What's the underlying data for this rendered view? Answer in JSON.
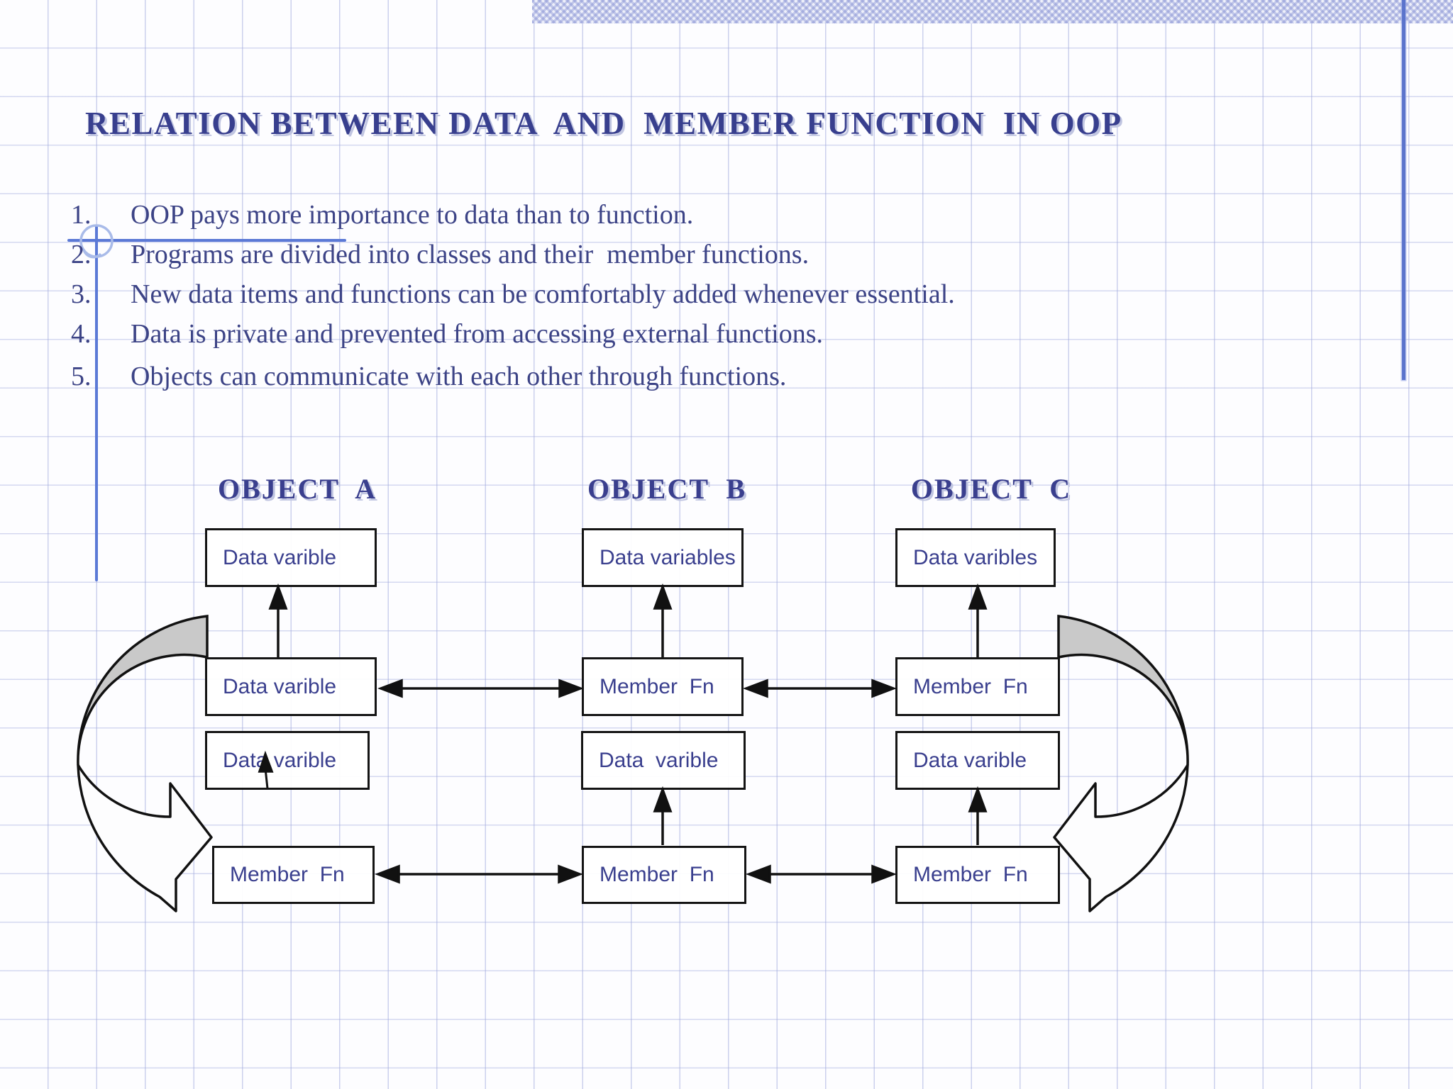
{
  "slide": {
    "title": "RELATION BETWEEN DATA  AND  MEMBER FUNCTION  IN OOP",
    "bullets": [
      {
        "num": "1.",
        "text": "OOP pays more importance to data than to function."
      },
      {
        "num": "2.",
        "text": "Programs are divided into classes and their  member functions."
      },
      {
        "num": "3.",
        "text": "New data items and functions can be comfortably added whenever essential."
      },
      {
        "num": "4.",
        "text": "Data is private and prevented from accessing external functions."
      },
      {
        "num": "5.",
        "text": "Objects can communicate with each other through functions."
      }
    ]
  },
  "diagram": {
    "objects": [
      {
        "heading": "OBJECT  A",
        "top_box": "Data varible",
        "mid_box": "Data varible",
        "lower_box": "Data varible",
        "bottom_box": "Member  Fn"
      },
      {
        "heading": "OBJECT  B",
        "top_box": "Data variables",
        "mid_box": "Member  Fn",
        "lower_box": "Data  varible",
        "bottom_box": "Member  Fn"
      },
      {
        "heading": "OBJECT  C",
        "top_box": "Data varibles",
        "mid_box": "Member  Fn",
        "lower_box": "Data varible",
        "bottom_box": "Member  Fn"
      }
    ],
    "connections": {
      "vertical_up_arrows": "arrows point upward from each lower box to the data-variable box above it in every object column",
      "horizontal_double_arrows": "double-headed arrows link adjacent boxes of objects A-B and B-C in both the middle and bottom rows",
      "curved_block_arrows": "large curved block arrows on the far left and far right loop from the middle-row boxes down into the bottom Member Fn boxes"
    }
  },
  "colors": {
    "text_navy": "#383f8e",
    "accent_line_blue": "#5b79d6",
    "flourish_blue": "#a9bbe9",
    "grid_lavender": "#c7cce9",
    "band_lavender": "#aeb6e6",
    "arrow_black": "#111111",
    "curved_arrow_gray": "#c9c9c9",
    "box_border_black": "#141414"
  }
}
